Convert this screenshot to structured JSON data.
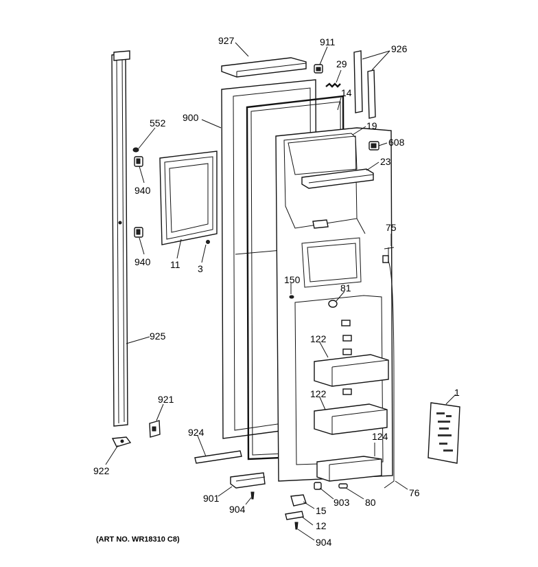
{
  "art_number": "(ART NO. WR18310 C8)",
  "callouts": {
    "c927": "927",
    "c911": "911",
    "c926": "926",
    "c29": "29",
    "c14": "14",
    "c552": "552",
    "c900": "900",
    "c19": "19",
    "c608": "608",
    "c23": "23",
    "c940a": "940",
    "c940b": "940",
    "c11": "11",
    "c3": "3",
    "c75": "75",
    "c150": "150",
    "c81": "81",
    "c925": "925",
    "c122a": "122",
    "c122b": "122",
    "c921": "921",
    "c1": "1",
    "c124": "124",
    "c924": "924",
    "c922": "922",
    "c901": "901",
    "c904a": "904",
    "c903": "903",
    "c80": "80",
    "c76": "76",
    "c15": "15",
    "c12": "12",
    "c904b": "904"
  }
}
